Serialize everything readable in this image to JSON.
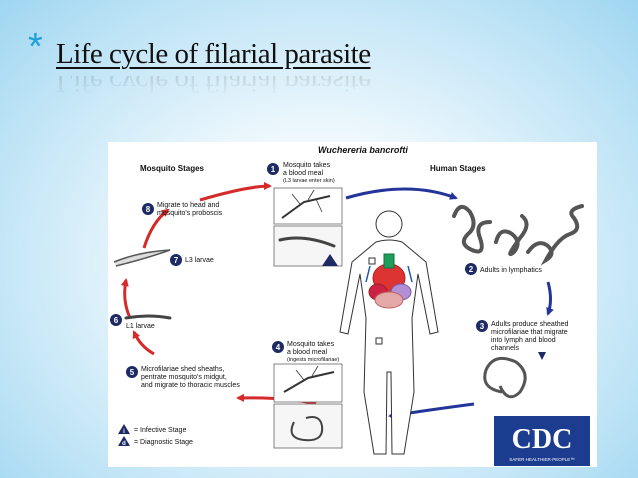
{
  "slide": {
    "asterisk": "*",
    "title": "Life cycle of filarial parasite"
  },
  "diagram": {
    "header": "Wuchereria bancrofti",
    "section_mosquito": "Mosquito Stages",
    "section_human": "Human Stages",
    "steps": [
      {
        "num": "1",
        "lines": [
          "Mosquito takes",
          "a blood meal",
          "(L3 larvae enter skin)"
        ]
      },
      {
        "num": "2",
        "lines": [
          "Adults in lymphatics"
        ]
      },
      {
        "num": "3",
        "lines": [
          "Adults produce sheathed",
          "microfilariae that migrate",
          "into lymph and blood",
          "channels"
        ]
      },
      {
        "num": "4",
        "lines": [
          "Mosquito takes",
          "a blood meal",
          "(ingests microfilariae)"
        ]
      },
      {
        "num": "5",
        "lines": [
          "Microfilariae shed sheaths,",
          "pentrate mosquito's midgut,",
          "and migrate to thoracic muscles"
        ]
      },
      {
        "num": "6",
        "lines": [
          "L1 larvae"
        ]
      },
      {
        "num": "7",
        "lines": [
          "L3 larvae"
        ]
      },
      {
        "num": "8",
        "lines": [
          "Migrate to head and",
          "mosquito's proboscis"
        ]
      }
    ],
    "legend": {
      "infective_symbol": "i",
      "infective_label": "= Infective Stage",
      "diagnostic_symbol": "d",
      "diagnostic_label": "= Diagnostic Stage"
    },
    "logo": {
      "text": "CDC",
      "tagline": "SAFER·HEALTHIER·PEOPLE™"
    },
    "colors": {
      "red_arrow": "#d42a2a",
      "blue_arrow": "#23349a",
      "step_circle": "#1d2a63",
      "logo_blue": "#1c3d8f"
    }
  }
}
